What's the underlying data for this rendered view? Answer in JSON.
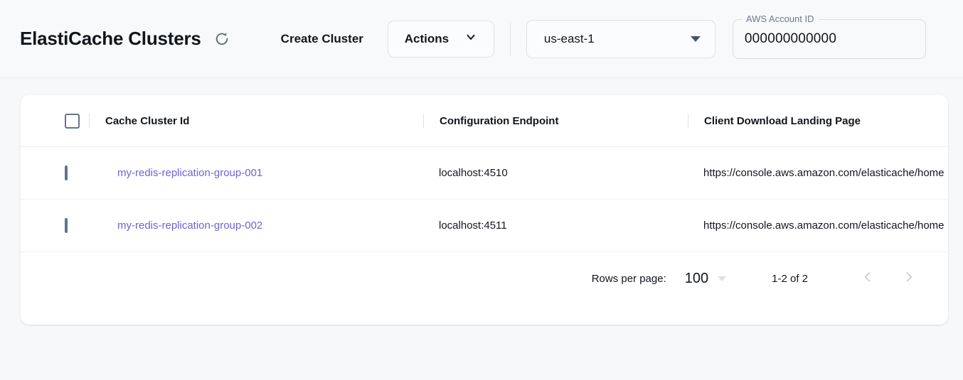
{
  "header": {
    "title": "ElastiCache Clusters",
    "refresh_icon": "refresh-icon",
    "create_cluster_label": "Create Cluster",
    "actions_label": "Actions",
    "actions_caret_icon": "chevron-down-icon",
    "region": {
      "value": "us-east-1",
      "caret_icon": "caret-down-icon"
    },
    "account": {
      "label": "AWS Account ID",
      "value": "000000000000"
    }
  },
  "table": {
    "columns": [
      "Cache Cluster Id",
      "Configuration Endpoint",
      "Client Download Landing Page"
    ],
    "select_all_checkbox": "unchecked",
    "rows": [
      {
        "checkbox": "unchecked",
        "cache_cluster_id": "my-redis-replication-group-001",
        "configuration_endpoint": "localhost:4510",
        "client_download_landing_page": "https://console.aws.amazon.com/elasticache/home"
      },
      {
        "checkbox": "unchecked",
        "cache_cluster_id": "my-redis-replication-group-002",
        "configuration_endpoint": "localhost:4511",
        "client_download_landing_page": "https://console.aws.amazon.com/elasticache/home"
      }
    ]
  },
  "pagination": {
    "rows_per_page_label": "Rows per page:",
    "rows_per_page_value": "100",
    "range_label": "1-2 of 2",
    "prev_icon": "chevron-left-icon",
    "next_icon": "chevron-right-icon"
  },
  "colors": {
    "link": "#6c63d8",
    "page_bg": "#f7f8fa",
    "card_bg": "#ffffff",
    "text": "#12161c",
    "muted": "#6e7a8a"
  }
}
